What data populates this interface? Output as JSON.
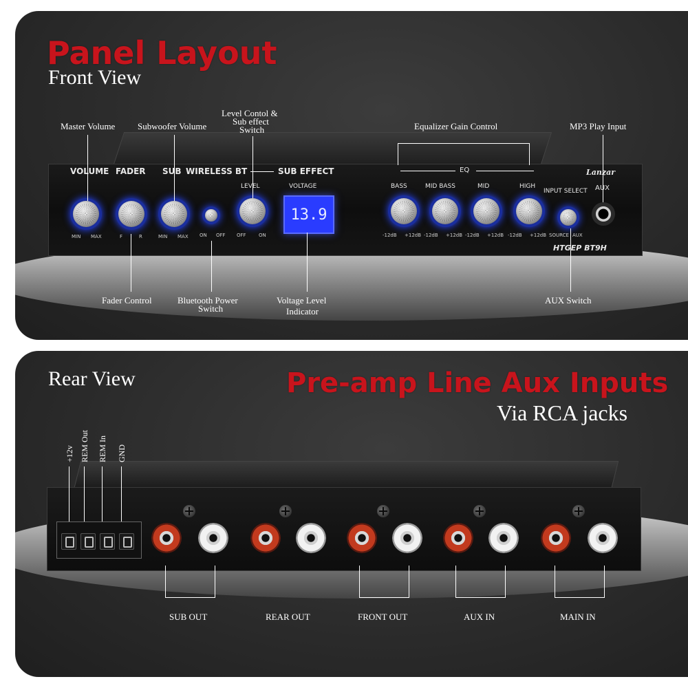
{
  "front": {
    "title": "Panel Layout",
    "subtitle": "Front View",
    "callouts": {
      "master_volume": "Master Volume",
      "subwoofer_volume": "Subwoofer Volume",
      "level_control": "Level Contol &",
      "level_control_2": "Sub effect",
      "level_control_3": "Switch",
      "eq_gain": "Equalizer Gain Control",
      "mp3_input": "MP3 Play Input",
      "fader_control": "Fader Control",
      "bt_power": "Bluetooth Power",
      "bt_power_2": "Switch",
      "voltage_indicator": "Voltage Level",
      "voltage_indicator_2": "Indicator",
      "aux_switch": "AUX Switch"
    },
    "panel": {
      "volume": "VOLUME",
      "fader": "FADER",
      "sub": "SUB",
      "wireless_bt": "WIRELESS BT",
      "sub_effect": "SUB EFFECT",
      "level": "LEVEL",
      "voltage": "VOLTAGE",
      "display_value": "13.9",
      "eq": "EQ",
      "bass": "BASS",
      "mid_bass": "MID BASS",
      "mid": "MID",
      "high": "HIGH",
      "input_select": "INPUT SELECT",
      "aux": "AUX",
      "brand": "Lanzar",
      "model": "HTGEP BT9H",
      "min": "MIN",
      "max": "MAX",
      "f": "F",
      "r": "R",
      "on": "ON",
      "off": "OFF",
      "minus12": "-12dB",
      "plus12": "+12dB",
      "source": "SOURCE",
      "aux_small": "AUX"
    }
  },
  "rear": {
    "title": "Rear View",
    "headline": "Pre-amp Line Aux Inputs",
    "headline_2": "Via RCA  jacks",
    "terminals": [
      "+12v",
      "REM Out",
      "REM In",
      "GND"
    ],
    "groups": [
      "SUB OUT",
      "REAR OUT",
      "FRONT OUT",
      "AUX IN",
      "MAIN IN"
    ]
  },
  "colors": {
    "accent_red": "#c8141c",
    "knob_glow": "#2846ff",
    "display_blue": "#2a3cff"
  }
}
